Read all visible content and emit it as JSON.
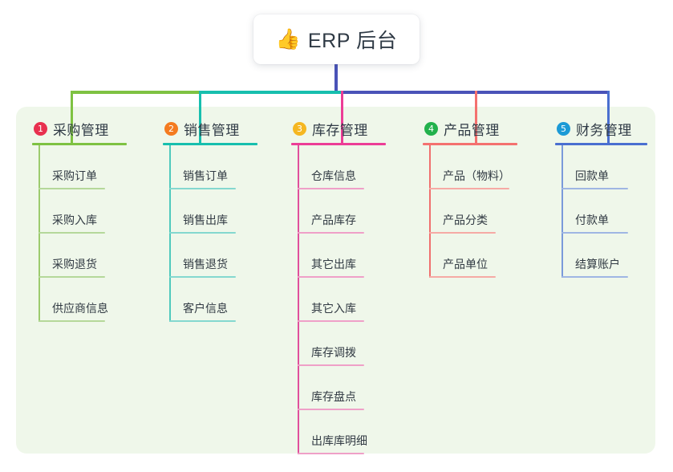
{
  "diagram": {
    "type": "org-tree-mindmap",
    "root": {
      "icon": "thumbs-up-icon",
      "emoji": "👍",
      "title": "ERP 后台"
    },
    "panel_bg": "#eff7ea",
    "trunk_color": "#4a53b8",
    "bar_segments": [
      {
        "color": "#7ec242",
        "from": 88,
        "to": 248
      },
      {
        "color": "#17bfae",
        "from": 248,
        "to": 425
      },
      {
        "color": "#4a53b8",
        "from": 425,
        "to": 757
      }
    ],
    "columns": [
      {
        "index": "1",
        "title": "采购管理",
        "badge_color": "#e8304f",
        "accent": "#7ec242",
        "spine_color": "#9ccb6e",
        "leaf_rule_color": "#b5d89a",
        "drop_color": "#7ec242",
        "items": [
          "采购订单",
          "采购入库",
          "采购退货",
          "供应商信息"
        ]
      },
      {
        "index": "2",
        "title": "销售管理",
        "badge_color": "#f47b20",
        "accent": "#17bfae",
        "spine_color": "#4fc9bd",
        "leaf_rule_color": "#84d8cf",
        "drop_color": "#17bfae",
        "items": [
          "销售订单",
          "销售出库",
          "销售退货",
          "客户信息"
        ]
      },
      {
        "index": "3",
        "title": "库存管理",
        "badge_color": "#f5b721",
        "accent": "#ec3d96",
        "spine_color": "#e0509c",
        "leaf_rule_color": "#efa0c8",
        "drop_color": "#ec3d96",
        "items": [
          "仓库信息",
          "产品库存",
          "其它出库",
          "其它入库",
          "库存调拨",
          "库存盘点",
          "出库库明细"
        ]
      },
      {
        "index": "4",
        "title": "产品管理",
        "badge_color": "#22b14c",
        "accent": "#f4716f",
        "spine_color": "#f0706e",
        "leaf_rule_color": "#f6aaa5",
        "drop_color": "#f4716f",
        "items": [
          "产品（物料）",
          "产品分类",
          "产品单位"
        ]
      },
      {
        "index": "5",
        "title": "财务管理",
        "badge_color": "#1c9ad6",
        "accent": "#4a6fd0",
        "spine_color": "#7a9ada",
        "leaf_rule_color": "#9fb6e3",
        "drop_color": "#4a6fd0",
        "items": [
          "回款单",
          "付款单",
          "结算账户"
        ]
      }
    ]
  }
}
